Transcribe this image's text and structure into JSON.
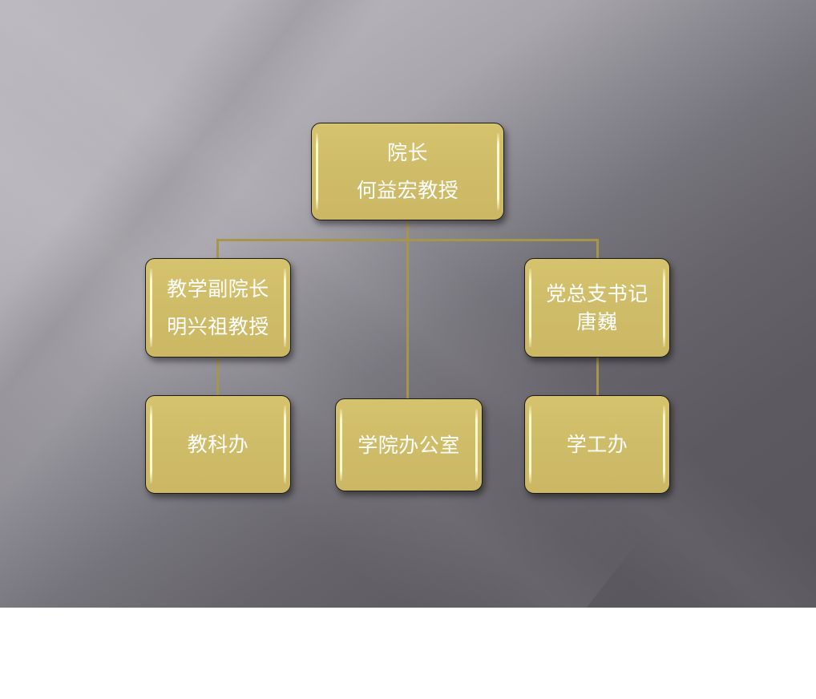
{
  "diagram": {
    "type": "org-chart",
    "colors": {
      "node_fill": "#cfbc68",
      "node_text": "#ffffff",
      "node_border": "#1c1a18",
      "connector": "#a8954c",
      "background_light": "#b9b7bd",
      "background_dark": "#58565c"
    },
    "nodes": {
      "dean": {
        "title": "院长",
        "name": "何益宏教授"
      },
      "vice_dean": {
        "title": "教学副院长",
        "name": "明兴祖教授"
      },
      "party_secretary": {
        "title": "党总支书记",
        "name": "唐巍"
      },
      "academic_office": {
        "label": "教科办"
      },
      "college_office": {
        "label": "学院办公室"
      },
      "student_affairs_office": {
        "label": "学工办"
      }
    },
    "edges": [
      {
        "from": "dean",
        "to": "vice_dean"
      },
      {
        "from": "dean",
        "to": "party_secretary"
      },
      {
        "from": "dean",
        "to": "college_office"
      },
      {
        "from": "vice_dean",
        "to": "academic_office"
      },
      {
        "from": "party_secretary",
        "to": "student_affairs_office"
      }
    ]
  }
}
